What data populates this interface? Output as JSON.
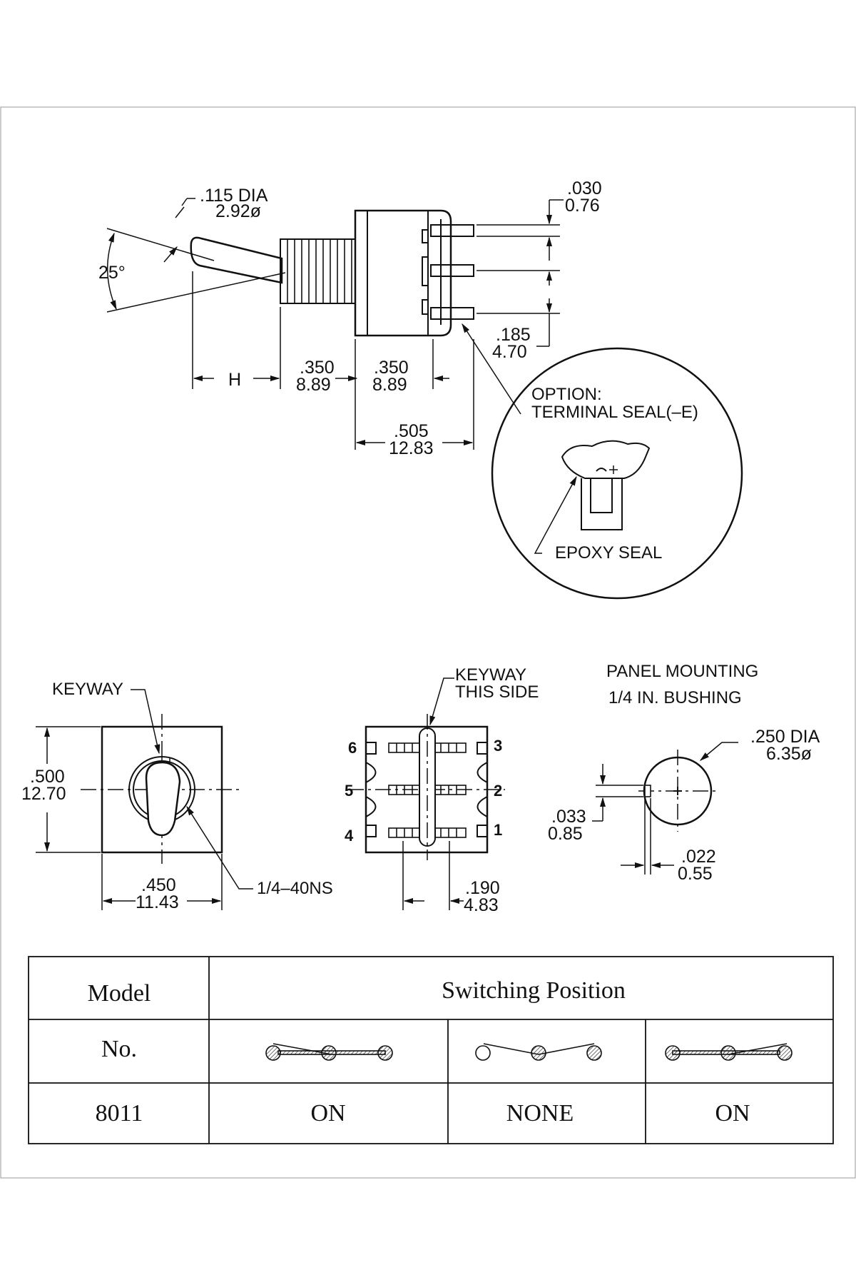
{
  "side_view": {
    "dia_in": ".115  DIA",
    "dia_mm": "2.92ø",
    "angle": "25°",
    "h_label": "H",
    "thread_len_in": ".350",
    "thread_len_mm": "8.89",
    "body_len_in": ".350",
    "body_len_mm": "8.89",
    "total_in": ".505",
    "total_mm": "12.83",
    "term_in": ".030",
    "term_mm": "0.76",
    "pitch_in": ".185",
    "pitch_mm": "4.70"
  },
  "option": {
    "line1": "OPTION:",
    "line2": "TERMINAL  SEAL(–E)",
    "seal_label": "EPOXY  SEAL"
  },
  "front_view": {
    "keyway_label": "KEYWAY",
    "height_in": ".500",
    "height_mm": "12.70",
    "width_in": ".450",
    "width_mm": "11.43",
    "thread_label": "1/4–40NS"
  },
  "bottom_view": {
    "keyway_line1": "KEYWAY",
    "keyway_line2": "THIS  SIDE",
    "pins": [
      "1",
      "2",
      "3",
      "4",
      "5",
      "6"
    ],
    "spacing_in": ".190",
    "spacing_mm": "4.83"
  },
  "panel": {
    "title1": "PANEL  MOUNTING",
    "title2": "1/4  IN.  BUSHING",
    "dia_in": ".250  DIA",
    "dia_mm": "6.35ø",
    "key_depth_in": ".033",
    "key_depth_mm": "0.85",
    "key_width_in": ".022",
    "key_width_mm": "0.55"
  },
  "table": {
    "header_model": "Model",
    "header_no": "No.",
    "header_switching": "Switching  Position",
    "rows": [
      {
        "model": "8011",
        "positions": [
          "ON",
          "NONE",
          "ON"
        ]
      }
    ]
  }
}
